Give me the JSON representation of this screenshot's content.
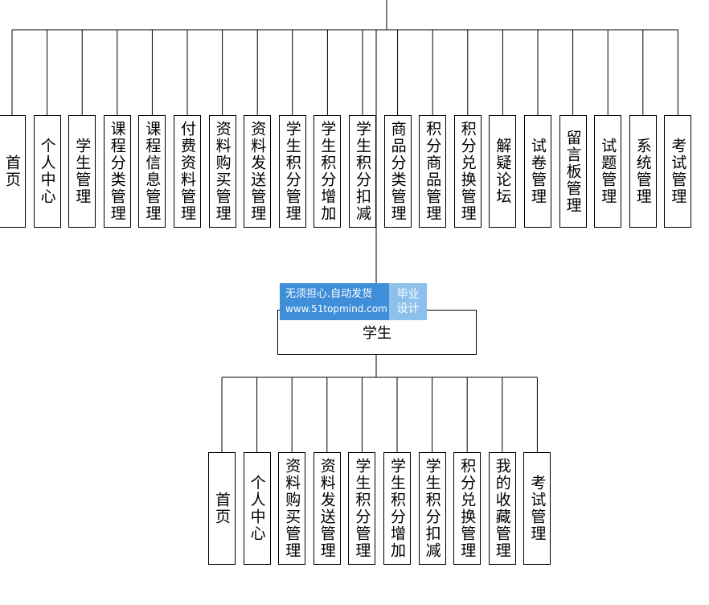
{
  "top_modules": [
    "首页",
    "个人中心",
    "学生管理",
    "课程分类管理",
    "课程信息管理",
    "付费资料管理",
    "资料购买管理",
    "资料发送管理",
    "学生积分管理",
    "学生积分增加",
    "学生积分扣减",
    "商品分类管理",
    "积分商品管理",
    "积分兑换管理",
    "解疑论坛",
    "试卷管理",
    "留言板管理",
    "试题管理",
    "系统管理",
    "考试管理"
  ],
  "center": {
    "label": "学生"
  },
  "bottom_modules": [
    "首页",
    "个人中心",
    "资料购买管理",
    "资料发送管理",
    "学生积分管理",
    "学生积分增加",
    "学生积分扣减",
    "积分兑换管理",
    "我的收藏管理",
    "考试管理"
  ],
  "watermark": {
    "line1": "无须担心.自动发货",
    "line2": "www.51topmind.com",
    "side_line1": "毕业",
    "side_line2": "设计"
  }
}
